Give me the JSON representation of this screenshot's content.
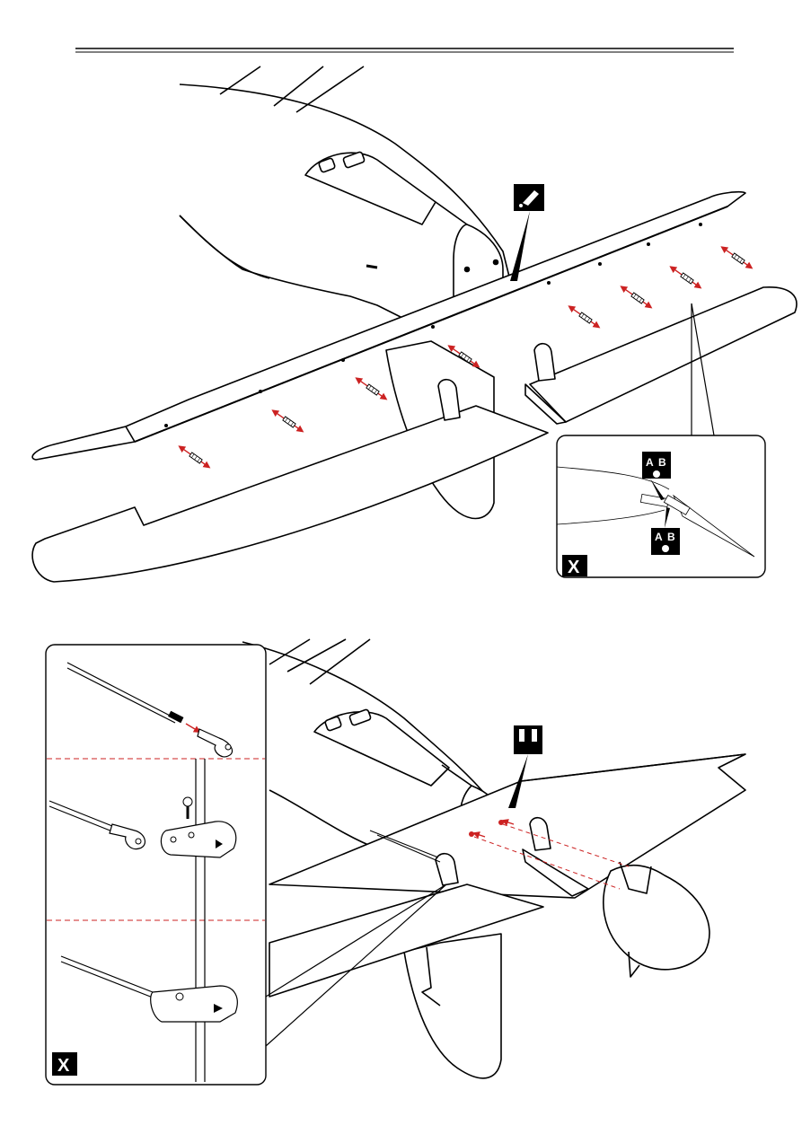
{
  "manual_page": {
    "header_rule": "double-line",
    "step1": {
      "glue_icon": "glue-bottle-icon",
      "detail_box": {
        "label": "X",
        "badge_top": {
          "left": "A",
          "right": "B"
        },
        "badge_bottom": {
          "left": "A",
          "right": "B"
        }
      },
      "hinge_arrow_count": 8
    },
    "step2": {
      "glue_icon": "two-glue-bottles-icon",
      "detail_box": {
        "label": "X",
        "stages": 3
      }
    },
    "colors": {
      "line": "#000000",
      "arrow": "#cc2222",
      "dash": "#cc2222",
      "fill": "#ffffff"
    }
  }
}
